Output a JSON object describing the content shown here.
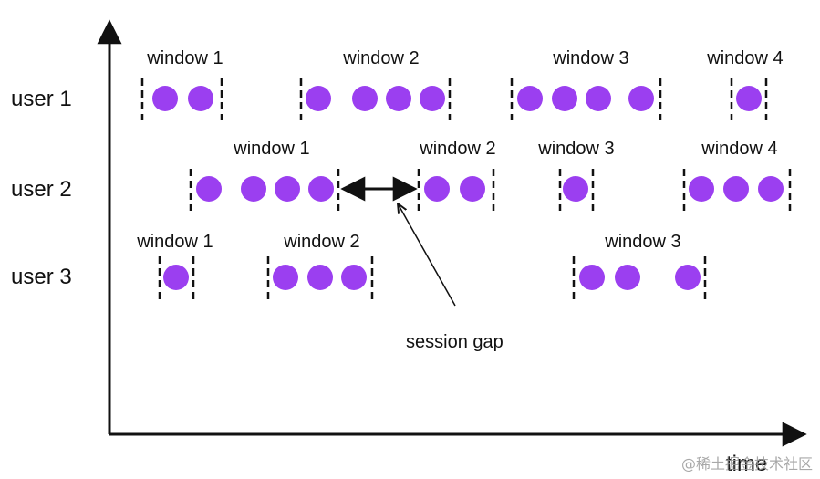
{
  "axes": {
    "x_label": "time"
  },
  "colors": {
    "event": "#9b3ff0",
    "ink": "#111111"
  },
  "annotation": {
    "label": "session gap"
  },
  "watermark": "@稀土掘金技术社区",
  "rows": [
    {
      "label": "user 1",
      "windows": [
        {
          "label": "window 1",
          "events": 2
        },
        {
          "label": "window 2",
          "events": 4
        },
        {
          "label": "window 3",
          "events": 4
        },
        {
          "label": "window 4",
          "events": 1
        }
      ]
    },
    {
      "label": "user 2",
      "windows": [
        {
          "label": "window 1",
          "events": 4
        },
        {
          "label": "window 2",
          "events": 2
        },
        {
          "label": "window 3",
          "events": 1
        },
        {
          "label": "window 4",
          "events": 3
        }
      ]
    },
    {
      "label": "user 3",
      "windows": [
        {
          "label": "window 1",
          "events": 1
        },
        {
          "label": "window 2",
          "events": 3
        },
        {
          "label": "window 3",
          "events": 3
        }
      ]
    }
  ]
}
